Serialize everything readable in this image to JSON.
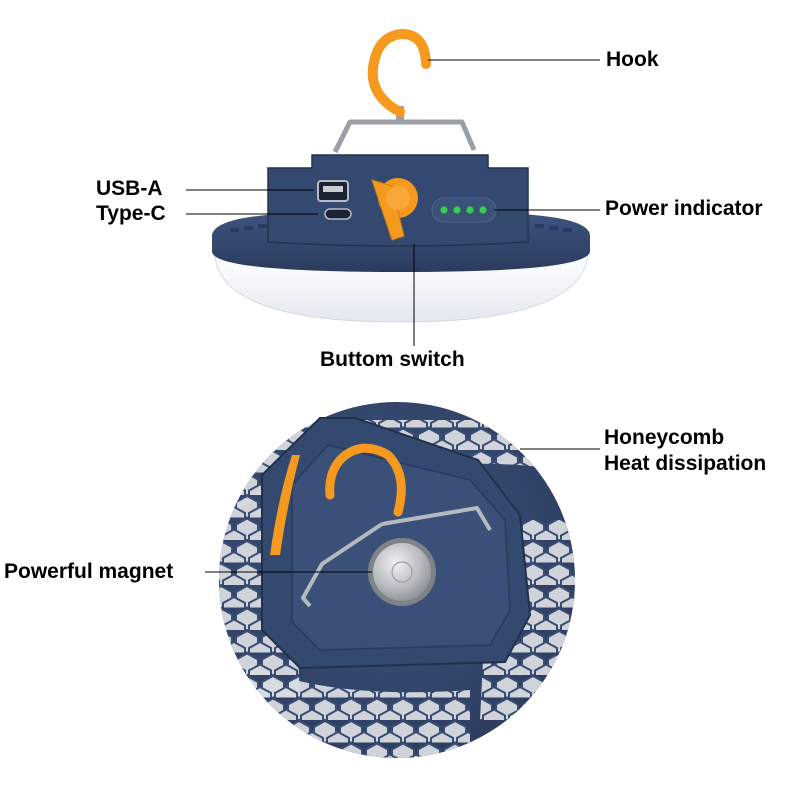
{
  "labels": {
    "hook": "Hook",
    "usb_a": "USB-A",
    "type_c": "Type-C",
    "power_indicator": "Power indicator",
    "button_switch": "Buttom switch",
    "heat_line1": "Honeycomb",
    "heat_line2": "Heat dissipation",
    "magnet": "Powerful magnet"
  },
  "colors": {
    "body_blue": "#33476b",
    "body_dark": "#25334f",
    "accent_orange": "#f59a1f",
    "indicator_green": "#34d04a",
    "diffuser": "#eef1f6",
    "metal": "#9aa0a6"
  },
  "icons": {
    "hook": "hook-icon",
    "usb_a_port": "usb-a-port-icon",
    "type_c_port": "type-c-port-icon",
    "switch": "switch-button-icon",
    "indicator": "led-indicator-icon",
    "magnet": "magnet-icon"
  },
  "indicator_leds_lit": 4
}
